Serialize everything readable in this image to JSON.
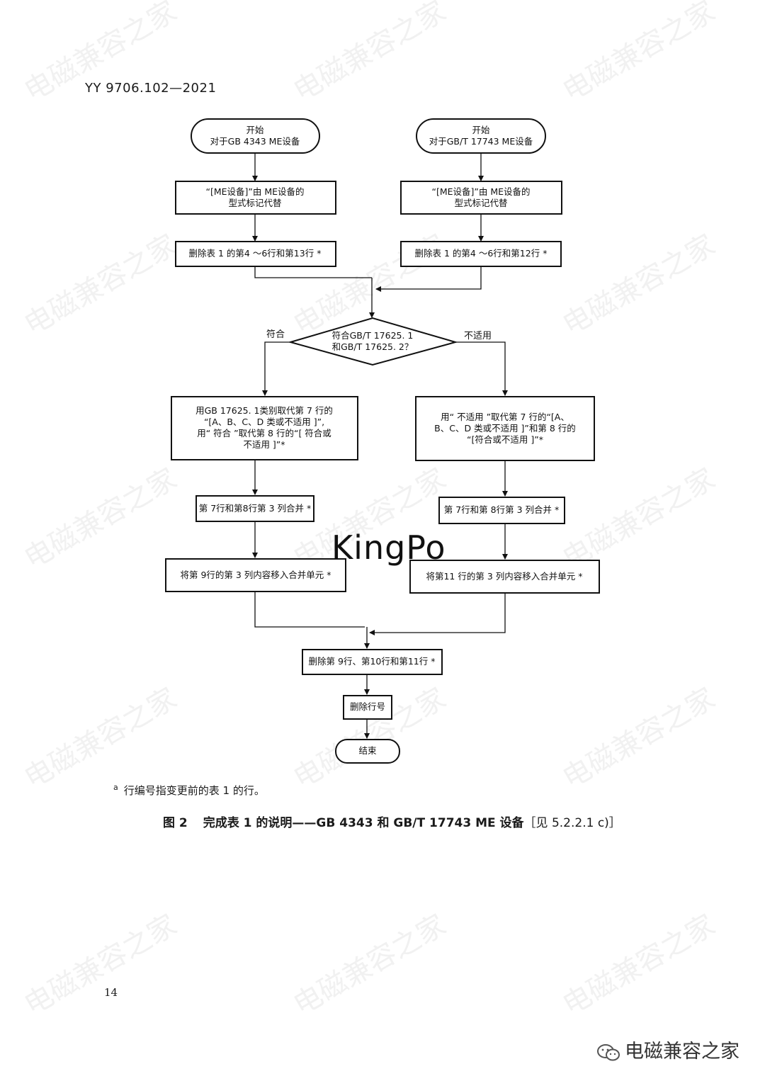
{
  "watermark": "电磁兼容之家",
  "header": "YY  9706.102—2021",
  "overlay_logo": "KingPo",
  "flow": {
    "nodes": {
      "start_left": [
        "开始",
        "对于GB 4343 ME设备"
      ],
      "start_right": [
        "开始",
        "对于GB/T 17743 ME设备"
      ],
      "replace_left": [
        "“[ME设备]”由 ME设备的",
        "型式标记代替"
      ],
      "replace_right": [
        "“[ME设备]”由 ME设备的",
        "型式标记代替"
      ],
      "delete_left": [
        "删除表 1 的第4 ～6行和第13行 *"
      ],
      "delete_right": [
        "删除表 1 的第4 ～6行和第12行 *"
      ],
      "decision": [
        "符合GB/T 17625. 1",
        "和GB/T 17625. 2？"
      ],
      "comply_box": [
        "用GB 17625. 1类别取代第 7 行的",
        "“[A、B、C、D 类或不适用 ]”,",
        "用“ 符合 ”取代第 8 行的“[ 符合或",
        "不适用 ]”*"
      ],
      "na_box": [
        "用“ 不适用 ”取代第 7 行的“[A、",
        "B、C、D 类或不适用 ]”和第 8 行的",
        "“[符合或不适用 ]”*"
      ],
      "merge_left": [
        "第 7行和第8行第 3 列合并 *"
      ],
      "merge_right": [
        "第 7行和第 8行第 3 列合并 *"
      ],
      "move_left": [
        "将第 9行的第 3 列内容移入合并单元 *"
      ],
      "move_right": [
        "将第11 行的第 3 列内容移入合并单元 *"
      ],
      "delete_rows": [
        "删除第 9行、第10行和第11行 *"
      ],
      "delete_nums": [
        "删除行号"
      ],
      "end": [
        "结束"
      ]
    },
    "branch_labels": {
      "comply": "符合",
      "not_applicable": "不适用"
    }
  },
  "footnote": {
    "mark": "a",
    "text": "行编号指变更前的表 1 的行。"
  },
  "caption": {
    "number": "图 2",
    "title": "完成表 1 的说明——GB 4343 和 GB/T 17743 ME 设备",
    "ref": "［见 5.2.2.1 c)］"
  },
  "page_number": "14",
  "brand": "电磁兼容之家"
}
